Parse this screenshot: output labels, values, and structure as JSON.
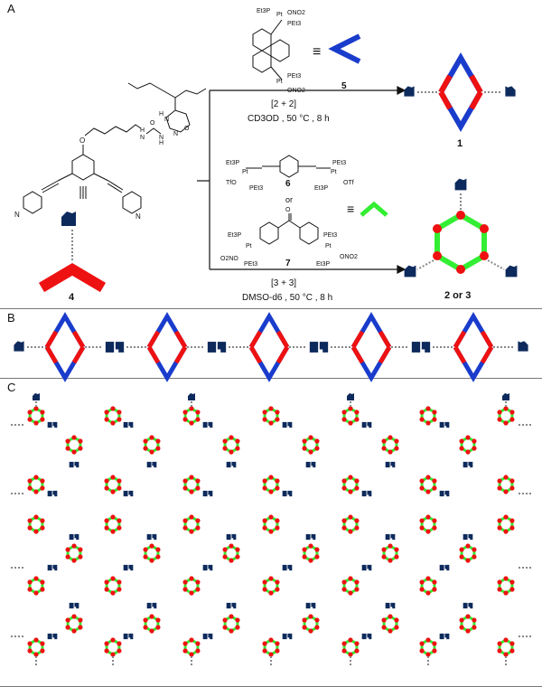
{
  "panels": {
    "a_label": "A",
    "b_label": "B",
    "c_label": "C"
  },
  "panel_a": {
    "compound_4": "4",
    "compound_5": "5",
    "compound_6": "6",
    "compound_7": "7",
    "product_1": "1",
    "product_23": "2 or 3",
    "or_text": "or",
    "equiv_symbol": "≡",
    "pt_top_a": "Et3P",
    "pt_top_b": "Pt",
    "pt_top_c": "ONO2",
    "pt_top_d": "PEt3",
    "pt_bot_a": "PEt3",
    "pt_bot_b": "Pt",
    "pt_bot_c": "ONO2",
    "tf_left": "TfO",
    "tf_right": "OTf",
    "o_no2_left": "O2NO",
    "o_no2_right": "ONO2",
    "upper_cond_1": "[2 + 2]",
    "upper_cond_2": "CD3OD , 50 °C , 8 h",
    "lower_cond_1": "[3 + 3]",
    "lower_cond_2": "DMSO-d6 , 50 °C , 8 h"
  },
  "colors": {
    "blue": "#1a3ccc",
    "red": "#ee1111",
    "green": "#33ee33",
    "navy": "#0d2a5c",
    "gray": "#888888"
  }
}
